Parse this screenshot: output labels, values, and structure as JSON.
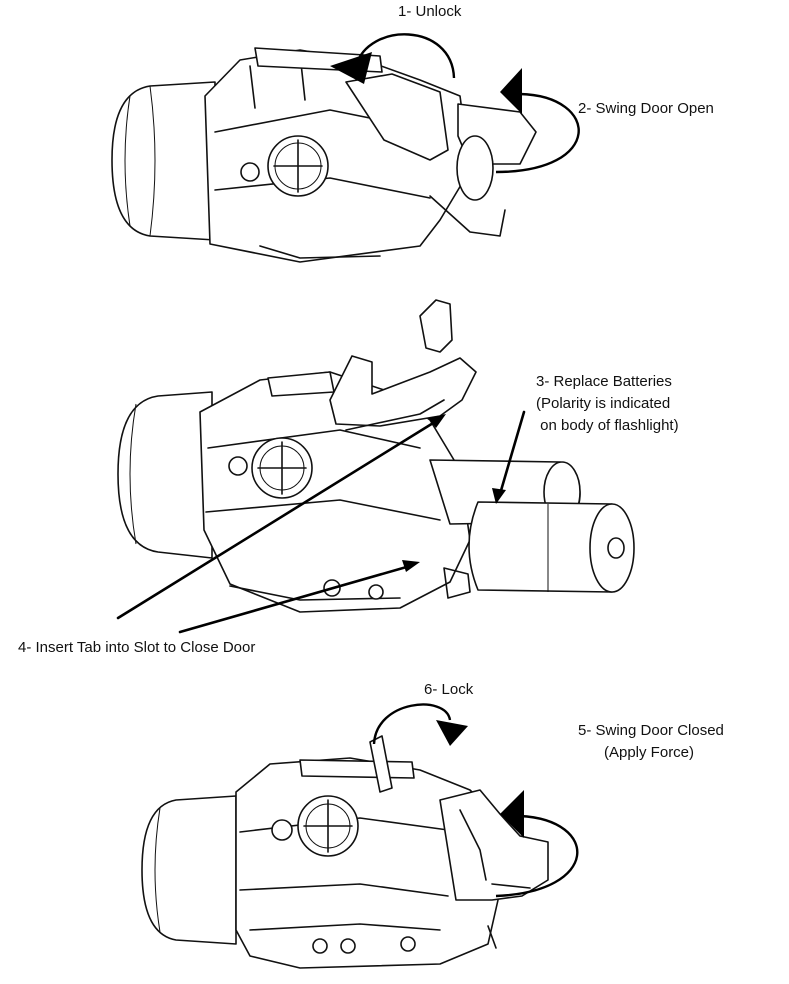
{
  "steps": {
    "unlock": "1- Unlock",
    "swing_open": "2- Swing Door Open",
    "replace_batteries": {
      "line1": "3- Replace Batteries",
      "line2": "(Polarity is indicated",
      "line3": " on body of flashlight)"
    },
    "insert_tab": "4- Insert Tab into Slot to Close Door",
    "swing_closed": {
      "line1": "5- Swing Door Closed",
      "line2": "(Apply Force)"
    },
    "lock": "6- Lock"
  },
  "icons": {
    "unlock_arrow": "curved-arrow-icon",
    "swing_open_arrow": "curved-arrow-icon",
    "lock_arrow": "curved-arrow-icon",
    "swing_closed_arrow": "curved-arrow-icon"
  }
}
